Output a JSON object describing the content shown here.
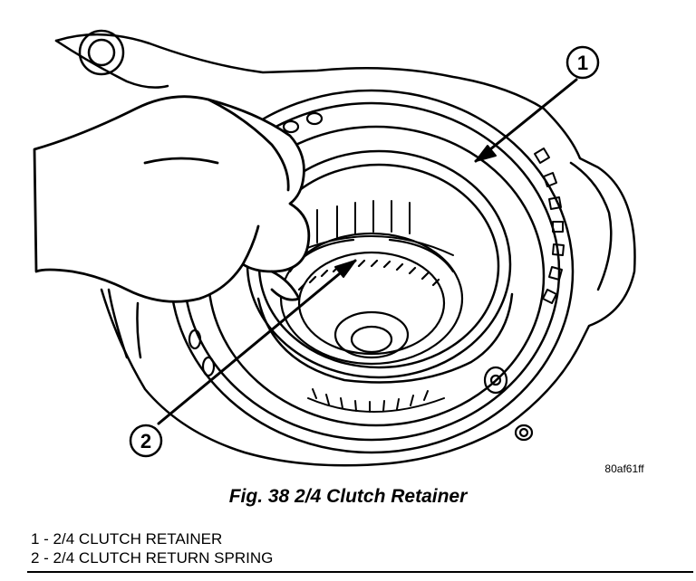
{
  "figure": {
    "callouts": [
      {
        "number": "1"
      },
      {
        "number": "2"
      }
    ],
    "figure_id": "80af61ff"
  },
  "caption": "Fig. 38 2/4 Clutch Retainer",
  "legend": [
    {
      "text": "1 - 2/4 CLUTCH RETAINER"
    },
    {
      "text": "2 - 2/4 CLUTCH RETURN SPRING"
    }
  ]
}
